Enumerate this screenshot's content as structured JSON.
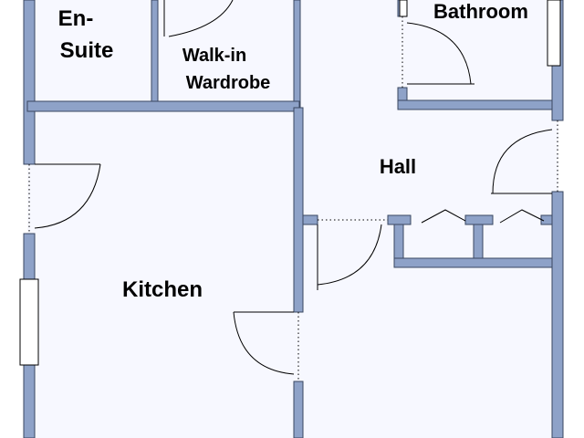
{
  "plan": {
    "colors": {
      "floor": "#f7f8ff",
      "wall": "#8ea2c8",
      "wall_outline": "#3a4760",
      "window": "#ffffff",
      "line": "#000000"
    },
    "rooms": {
      "en_suite_line1": "En-",
      "en_suite_line2": "Suite",
      "walk_in_line1": "Walk-in",
      "walk_in_line2": "Wardrobe",
      "bathroom": "Bathroom",
      "hall": "Hall",
      "kitchen": "Kitchen"
    }
  }
}
